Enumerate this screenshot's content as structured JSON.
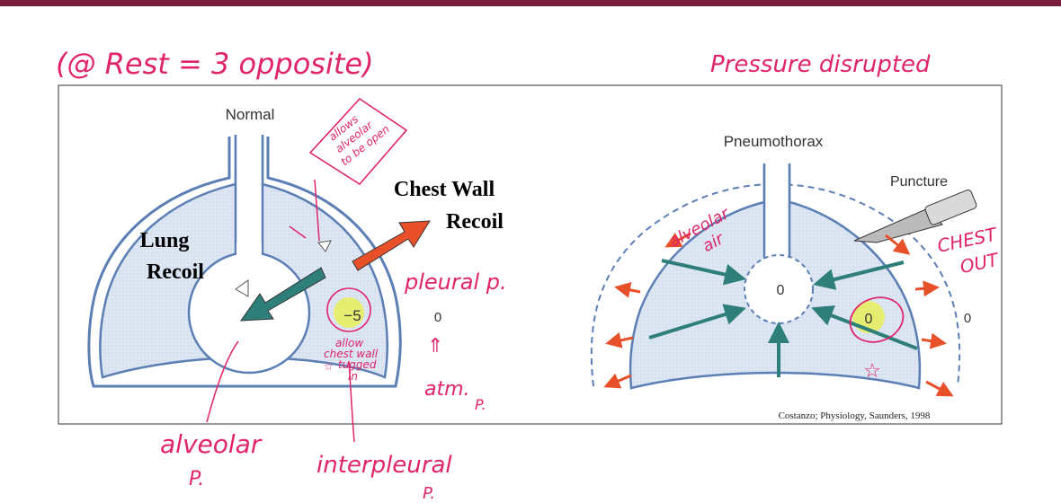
{
  "left_panel": {
    "title": "Normal",
    "chest_wall_recoil_line1": "Chest Wall",
    "chest_wall_recoil_line2": "Recoil",
    "lung_recoil_line1": "Lung",
    "lung_recoil_line2": "Recoil",
    "intrapleural_value": "−5",
    "atmospheric_value": "0"
  },
  "right_panel": {
    "title": "Pneumothorax",
    "puncture_label": "Puncture",
    "alveolar_value": "0",
    "intrapleural_value": "0",
    "atmospheric_value": "0"
  },
  "credit": "Costanzo; Physiology, Saunders, 1998",
  "handwritten": {
    "top_left": "(@ Rest = 3 opposite)",
    "top_right": "Pressure disrupted",
    "bubble_line1": "allows",
    "bubble_line2": "alveolar",
    "bubble_line3": "to be open",
    "pleural_p": "pleural p.",
    "allow_line1": "allow",
    "allow_line2": "chest wall",
    "allow_line3": "tugged",
    "allow_line4": "in",
    "atm_line1": "atm.",
    "atm_line2": "P.",
    "alveolar_p_line1": "alveolar",
    "alveolar_p_line2": "P.",
    "interpleural_line1": "interpleural",
    "interpleural_line2": "P.",
    "alveolar_air_line1": "alveolar",
    "alveolar_air_line2": "air",
    "chest_out_line1": "CHEST",
    "chest_out_line2": "OUT"
  },
  "colors": {
    "lung_fill": "#dde6f3",
    "outline": "#5b7fb5",
    "chest_arrow": "#e8502a",
    "lung_arrow": "#2e7f7a",
    "ink": "#e0246a",
    "highlight": "#e7ef5a",
    "topbar": "#7a1d3e"
  }
}
